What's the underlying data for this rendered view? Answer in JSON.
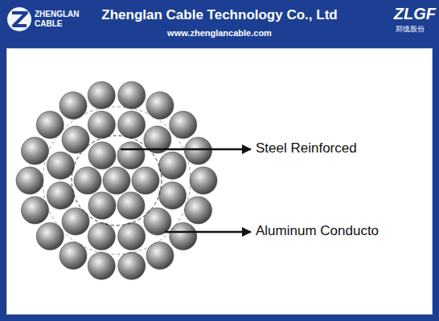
{
  "diagram": {
    "title": "Zhenglan Cable Technology Co., Ltd",
    "labels": [
      "ZHENGLAN",
      "CABLE",
      "www.zhenglancable.com",
      "ZLGF",
      "郑缆股份",
      "Steel Reinforced",
      "Aluminum Conducto"
    ]
  }
}
